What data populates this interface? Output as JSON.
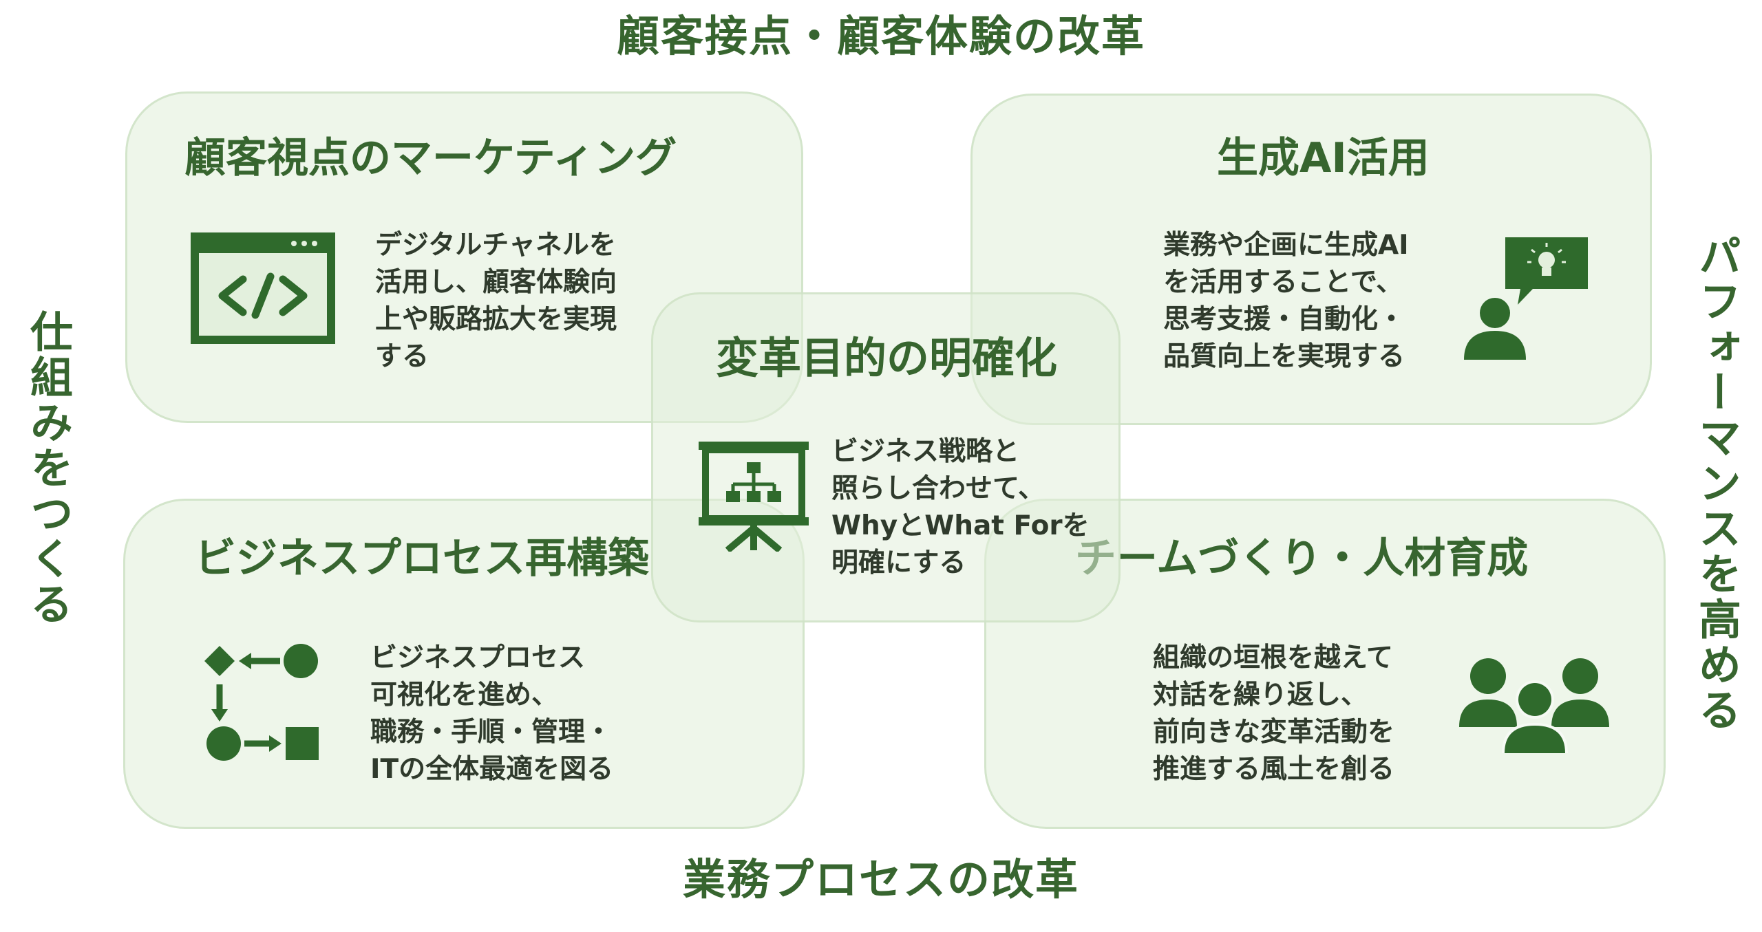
{
  "axes": {
    "top": "顧客接点・顧客体験の改革",
    "bottom": "業務プロセスの改革",
    "left": "仕組みをつくる",
    "right": "パフォーマンスを高める"
  },
  "cards": {
    "marketing": {
      "title": "顧客視点のマーケティング",
      "description": "デジタルチャネルを\n活用し、顧客体験向\n上や販路拡大を実現\nする",
      "icon": "code-window-icon"
    },
    "genai": {
      "title": "生成AI活用",
      "description": "業務や企画に生成AI\nを活用することで、\n思考支援・自動化・\n品質向上を実現する",
      "icon": "person-idea-icon"
    },
    "process": {
      "title": "ビジネスプロセス再構築",
      "description": "ビジネスプロセス\n可視化を進め、\n職務・手順・管理・\nITの全体最適を図る",
      "icon": "process-flow-icon"
    },
    "team": {
      "title": "チームづくり・人材育成",
      "description": "組織の垣根を越えて\n対話を繰り返し、\n前向きな変革活動を\n推進する風土を創る",
      "icon": "team-people-icon"
    },
    "center": {
      "title": "変革目的の明確化",
      "description": "ビジネス戦略と\n照らし合わせて、\nWhyとWhat Forを\n明確にする",
      "icon": "presentation-board-icon"
    }
  },
  "colors": {
    "accent": "#37652f",
    "card_fill": "#e3f0dd",
    "icon": "#2f6a2c"
  }
}
